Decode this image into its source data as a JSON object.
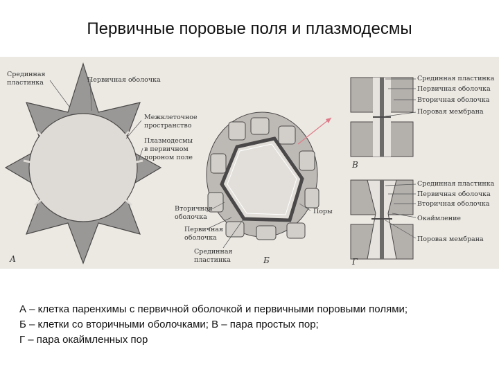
{
  "title": "Первичные поровые поля и плазмодесмы",
  "colors": {
    "paper": "#ece9e3",
    "cell_wall": "#9a9896",
    "lumen": "#d9d6d2",
    "outline": "#4a4848",
    "accent_arrow": "#e07a88"
  },
  "figure": {
    "panel_a": {
      "letter": "А",
      "labels": {
        "middle_lamella": [
          "Срединная",
          "пластинка"
        ],
        "primary_wall": "Первичная оболочка",
        "intercellular": [
          "Межклеточное",
          "пространство"
        ],
        "plasmodesmata": [
          "Плазмодесмы",
          "в первичном",
          "пороном поле"
        ]
      }
    },
    "panel_b": {
      "letter": "Б",
      "labels": {
        "secondary_wall": [
          "Вторичная",
          "оболочка"
        ],
        "primary_wall": [
          "Первичная",
          "оболочка"
        ],
        "middle_lamella": [
          "Срединная",
          "пластинка"
        ],
        "pores": "Поры"
      }
    },
    "panel_v": {
      "letter": "В",
      "labels": [
        "Срединная пластинка",
        "Первичная оболочка",
        "Вторичная оболочка",
        "Поровая мембрана"
      ]
    },
    "panel_g": {
      "letter": "Г",
      "labels": [
        "Срединная пластинка",
        "Первичная оболочка",
        "Вторичная оболочка",
        "Окаймление",
        "Поровая мембрана"
      ]
    }
  },
  "caption": [
    "А – клетка паренхимы с первичной оболочкой и первичными поровыми полями;",
    "Б – клетки со вторичными оболочками; В – пара простых пор;",
    "Г – пара окаймленных пор"
  ]
}
